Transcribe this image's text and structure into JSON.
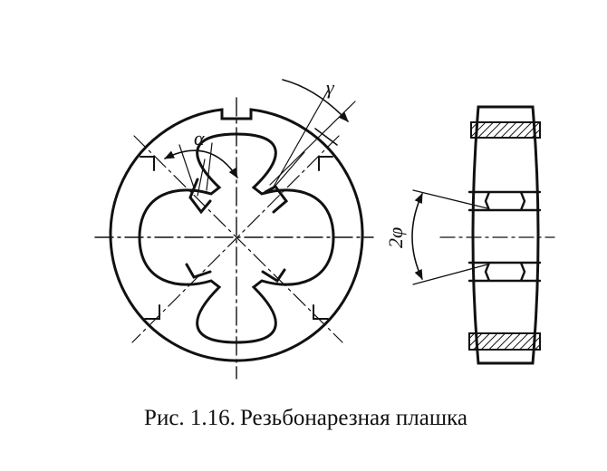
{
  "figure": {
    "labels": {
      "alpha": "α",
      "gamma": "γ",
      "two_phi": "2φ"
    },
    "caption": {
      "number": "Рис. 1.16.",
      "title": "Резьбонарезная плашка"
    }
  },
  "colors": {
    "ink": "#111111",
    "paper": "#ffffff"
  }
}
